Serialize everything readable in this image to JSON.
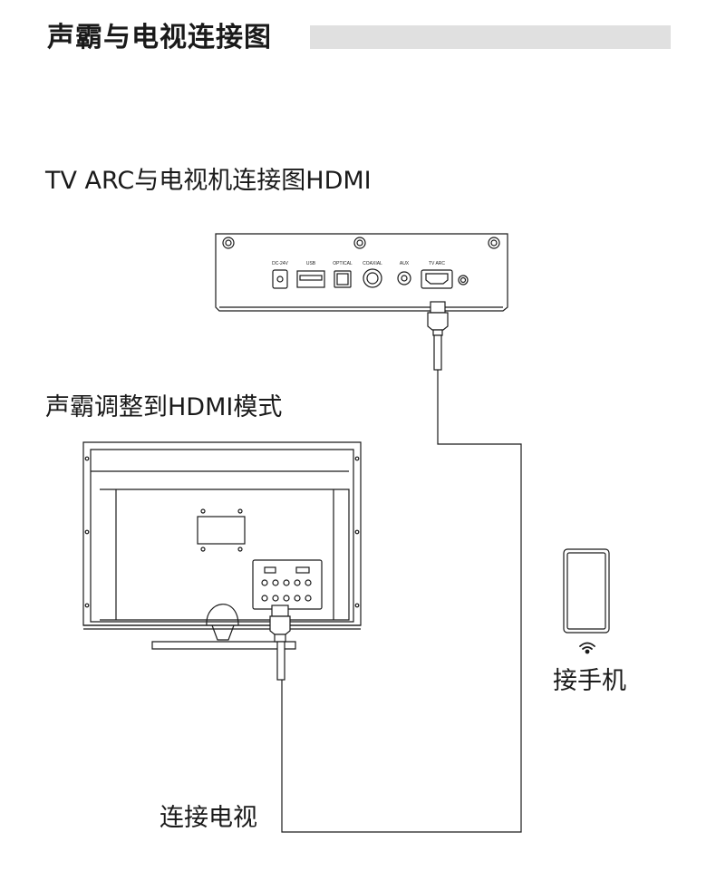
{
  "header": {
    "title": "声霸与电视连接图"
  },
  "subtitles": {
    "arc": "TV ARC与电视机连接图HDMI",
    "hdmi_mode": "声霸调整到HDMI模式"
  },
  "soundbar": {
    "ports": [
      "DC-24V",
      "USB",
      "OPTICAL",
      "COAXIAL",
      "AUX",
      "TV ARC"
    ]
  },
  "labels": {
    "phone": "接手机",
    "tv": "连接电视"
  },
  "colors": {
    "line": "#1a1a1a",
    "header_bar": "#e0e0e0"
  }
}
